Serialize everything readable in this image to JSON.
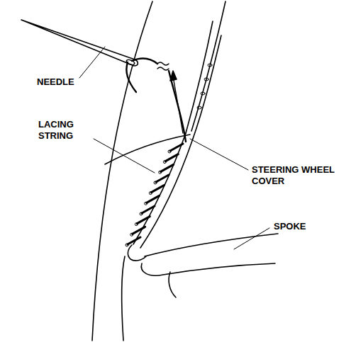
{
  "diagram": {
    "labels": [
      "NEEDLE",
      "LACING STRING",
      "STEERING WHEEL COVER",
      "SPOKE"
    ]
  }
}
